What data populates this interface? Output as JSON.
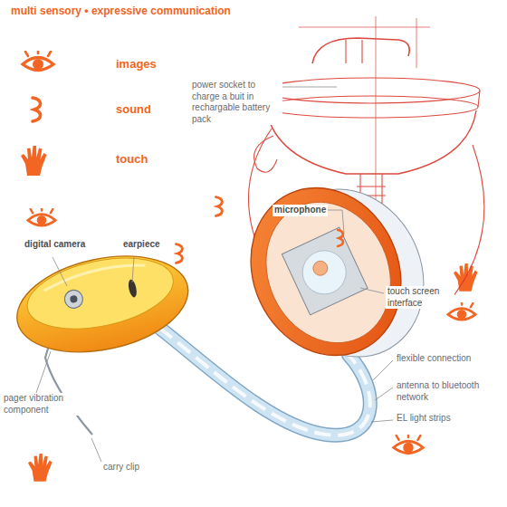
{
  "diagram": {
    "title": "multi sensory • expressive communication",
    "labels": [
      "images",
      "sound",
      "touch",
      "power socket to charge a buit in rechargable battery pack",
      "microphone",
      "digital camera",
      "earpiece",
      "touch screen interface",
      "flexible connection",
      "antenna to bluetooth network",
      "EL light strips",
      "pager vibration component",
      "carry clip"
    ]
  }
}
